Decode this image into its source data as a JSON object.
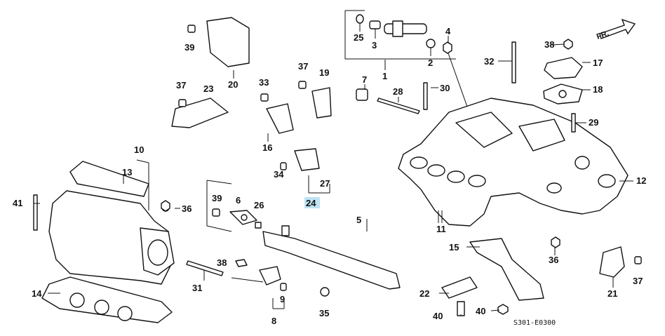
{
  "diagram": {
    "code": "S301-E0300",
    "direction_label": "FR.",
    "highlighted_callout": "24",
    "callouts": [
      {
        "id": "c1",
        "label": "1"
      },
      {
        "id": "c2",
        "label": "2"
      },
      {
        "id": "c3",
        "label": "3"
      },
      {
        "id": "c4",
        "label": "4"
      },
      {
        "id": "c5",
        "label": "5"
      },
      {
        "id": "c6",
        "label": "6"
      },
      {
        "id": "c7",
        "label": "7"
      },
      {
        "id": "c8",
        "label": "8"
      },
      {
        "id": "c9",
        "label": "9"
      },
      {
        "id": "c10",
        "label": "10"
      },
      {
        "id": "c11",
        "label": "11"
      },
      {
        "id": "c12",
        "label": "12"
      },
      {
        "id": "c13",
        "label": "13"
      },
      {
        "id": "c14",
        "label": "14"
      },
      {
        "id": "c15",
        "label": "15"
      },
      {
        "id": "c16",
        "label": "16"
      },
      {
        "id": "c17",
        "label": "17"
      },
      {
        "id": "c18",
        "label": "18"
      },
      {
        "id": "c19",
        "label": "19"
      },
      {
        "id": "c20",
        "label": "20"
      },
      {
        "id": "c21",
        "label": "21"
      },
      {
        "id": "c22",
        "label": "22"
      },
      {
        "id": "c23",
        "label": "23"
      },
      {
        "id": "c24",
        "label": "24"
      },
      {
        "id": "c25",
        "label": "25"
      },
      {
        "id": "c26",
        "label": "26"
      },
      {
        "id": "c27",
        "label": "27"
      },
      {
        "id": "c28",
        "label": "28"
      },
      {
        "id": "c29",
        "label": "29"
      },
      {
        "id": "c30",
        "label": "30"
      },
      {
        "id": "c31",
        "label": "31"
      },
      {
        "id": "c32",
        "label": "32"
      },
      {
        "id": "c33",
        "label": "33"
      },
      {
        "id": "c34",
        "label": "34"
      },
      {
        "id": "c35",
        "label": "35"
      },
      {
        "id": "c36a",
        "label": "36"
      },
      {
        "id": "c36b",
        "label": "36"
      },
      {
        "id": "c37a",
        "label": "37"
      },
      {
        "id": "c37b",
        "label": "37"
      },
      {
        "id": "c37c",
        "label": "37"
      },
      {
        "id": "c38a",
        "label": "38"
      },
      {
        "id": "c38b",
        "label": "38"
      },
      {
        "id": "c38c",
        "label": "38"
      },
      {
        "id": "c39a",
        "label": "39"
      },
      {
        "id": "c39b",
        "label": "39"
      },
      {
        "id": "c40a",
        "label": "40"
      },
      {
        "id": "c40b",
        "label": "40"
      },
      {
        "id": "c41",
        "label": "41"
      }
    ]
  }
}
